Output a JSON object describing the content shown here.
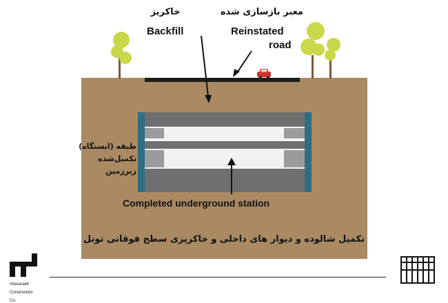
{
  "labels": {
    "backfill_fa": "خاکریز",
    "backfill_en": "Backfill",
    "road_fa": "معبر بازسازی شده",
    "road_en_1": "Reinstated",
    "road_en_2": "road",
    "station_fa_1": "طبقه (ایستگاه)",
    "station_fa_2": "تکمیل‌شده",
    "station_fa_3": "زیرزمین",
    "station_en": "Completed underground station",
    "caption_fa": "تکمیل شالوده و دیوار های داخلی و خاکریزی سطح فوقانی تونل"
  },
  "logo": {
    "line1": "Intasaraeh",
    "line2": "Construction",
    "line3": "Co."
  },
  "colors": {
    "soil": "#a98a63",
    "sky": "#ffffff",
    "road": "#1c1c1c",
    "wall": "#2c6e84",
    "slab": "#7a7a7a",
    "void": "#f2f2f2",
    "tree": "#c9d84a",
    "trunk": "#7a5a3a"
  }
}
